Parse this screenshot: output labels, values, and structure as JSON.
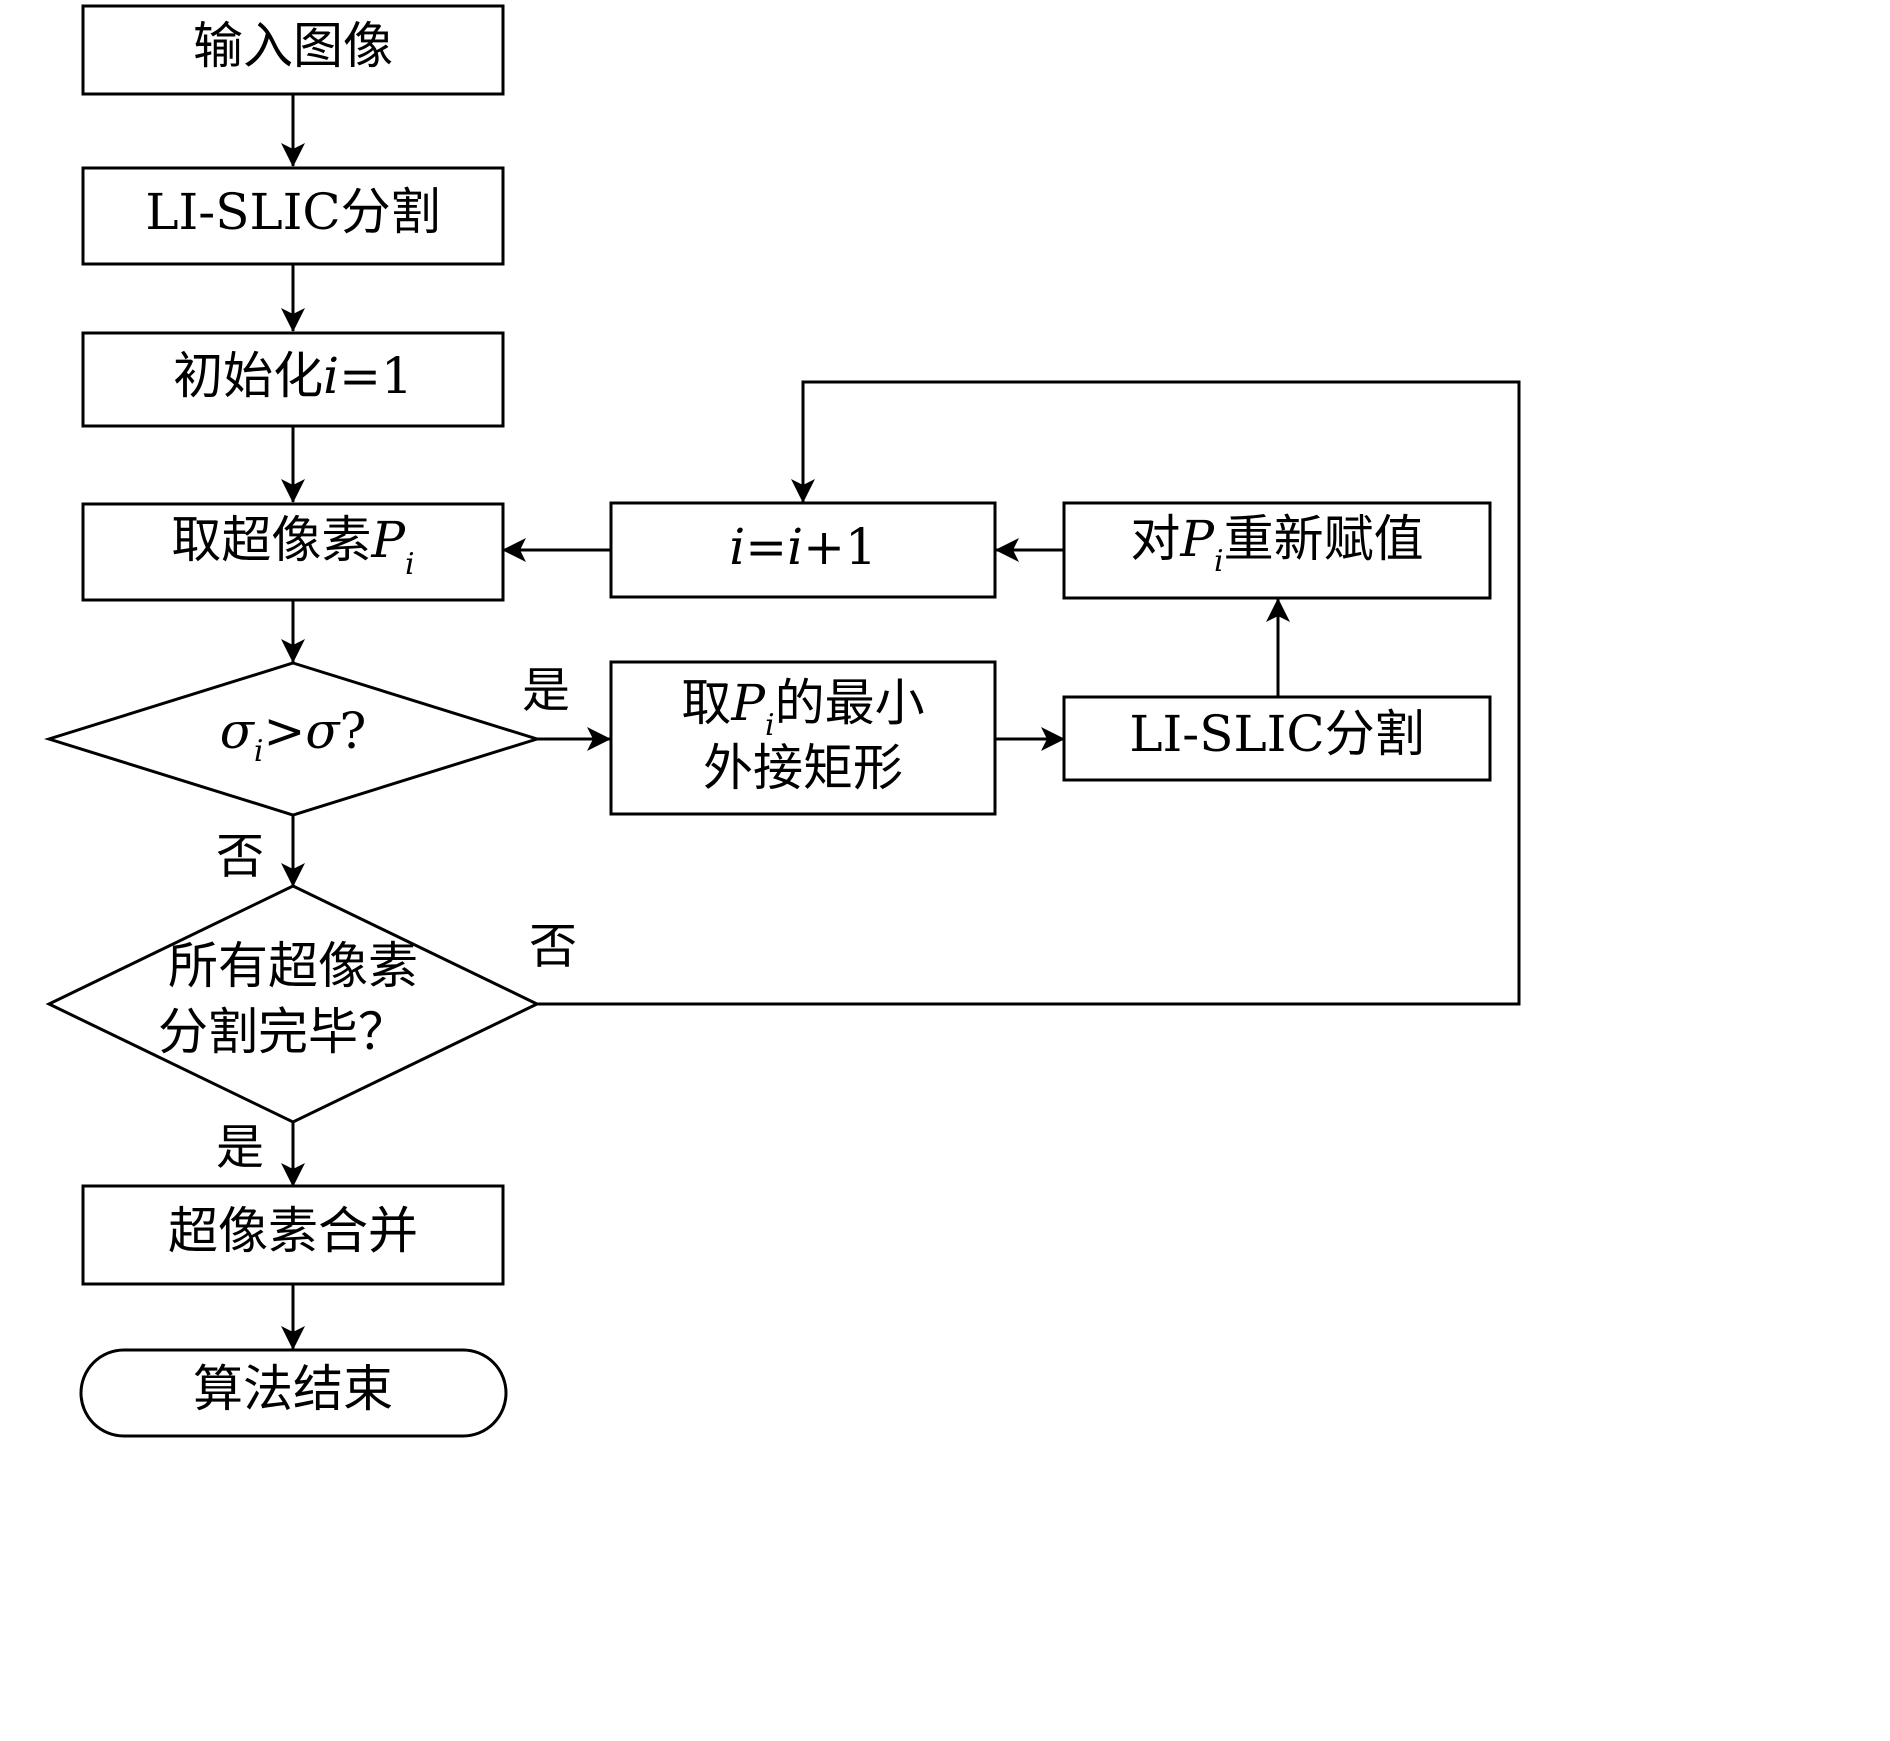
{
  "nodes": {
    "input": {
      "text": "输入图像"
    },
    "slic1": {
      "text": "LI-SLIC分割"
    },
    "init": {
      "prefix": "初始化",
      "var": "i",
      "suffix": "=1"
    },
    "take": {
      "prefix": "取超像素",
      "var": "P",
      "sub": "i"
    },
    "cond1": {
      "sigma": "σ",
      "sub": "i",
      "op": ">",
      "sigma2": "σ",
      "q": "?"
    },
    "cond2": {
      "line1": "所有超像素",
      "line2": "分割完毕？"
    },
    "merge": {
      "text": "超像素合并"
    },
    "end": {
      "text": "算法结束"
    },
    "increment": {
      "var1": "i",
      "mid": "=",
      "var2": "i",
      "suffix": "+1"
    },
    "reassign": {
      "prefix": "对",
      "var": "P",
      "sub": "i",
      "suffix": "重新赋值"
    },
    "rect": {
      "prefix": "取",
      "var": "P",
      "sub": "i",
      "suffix": "的最小",
      "line2": "外接矩形"
    },
    "slic2": {
      "text": "LI-SLIC分割"
    }
  },
  "edge_labels": {
    "cond1_yes": "是",
    "cond1_no": "否",
    "cond2_no": "否",
    "cond2_yes": "是"
  },
  "colors": {
    "stroke": "#000000",
    "background": "#ffffff"
  }
}
